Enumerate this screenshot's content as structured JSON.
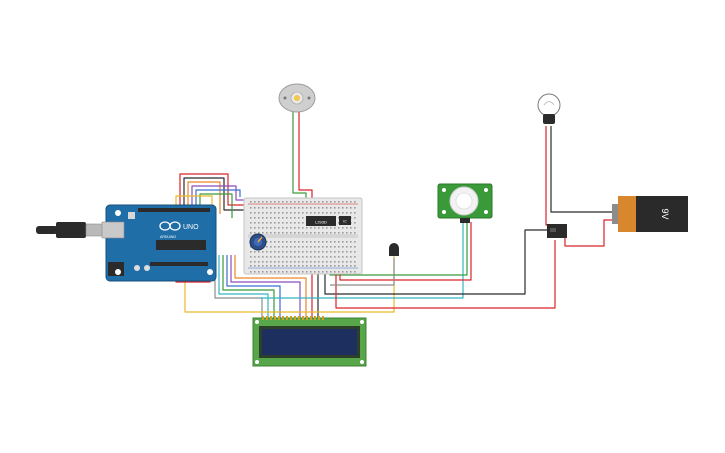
{
  "components": {
    "arduino": {
      "brand_label": "UNO",
      "subtitle": "ARDUINO"
    },
    "battery": {
      "voltage_label": "9V"
    },
    "driver_chip": {
      "label": "L293D"
    },
    "small_chip": {
      "label": "IC"
    },
    "icons": [
      "usb-cable-icon",
      "dc-motor-icon",
      "light-bulb-icon",
      "pir-sensor-icon",
      "relay-icon",
      "potentiometer-icon",
      "temperature-sensor-icon",
      "lcd-display-icon",
      "breadboard-icon"
    ]
  },
  "colors": {
    "board_blue": "#1f6ea8",
    "breadboard": "#e8e8e8",
    "lcd_green": "#58a64a",
    "lcd_screen": "#1c2f5e",
    "wire_red": "#d9232a",
    "wire_black": "#2b2b2b",
    "wire_green": "#3a9a3a",
    "wire_yellow": "#e8b92a",
    "wire_orange": "#e9862c",
    "wire_blue": "#3a6fd1",
    "wire_purple": "#8a4dbf",
    "wire_teal": "#35b5c4",
    "wire_grey": "#8c8c8c",
    "battery_orange": "#d9872f",
    "battery_black": "#2a2a2a"
  }
}
